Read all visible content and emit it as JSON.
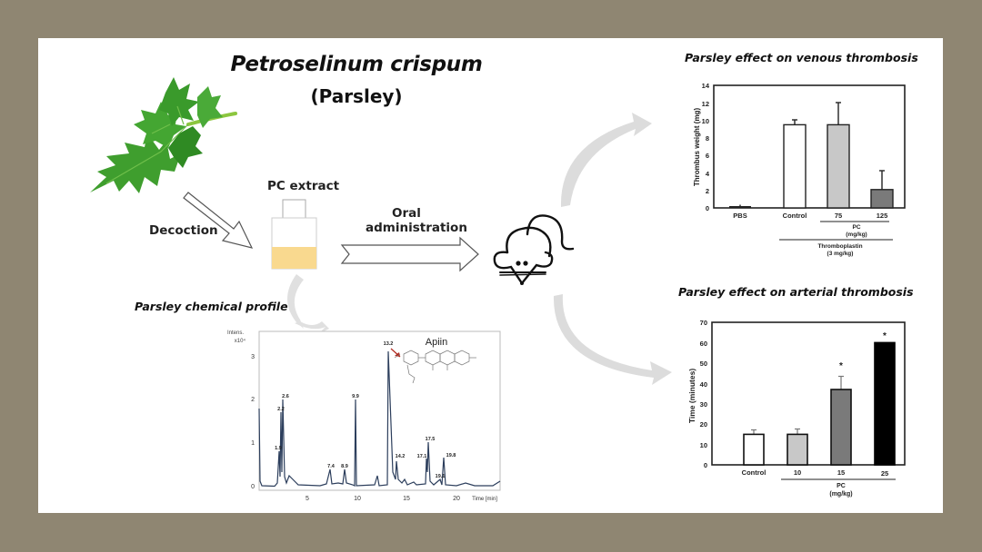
{
  "header": {
    "title": "Petroselinum crispum",
    "subtitle": "(Parsley)"
  },
  "flow": {
    "step_decoction": "Decoction",
    "extract_label": "PC extract",
    "step_oral_line1": "Oral",
    "step_oral_line2": "administration",
    "chemical_profile_title": "Parsley chemical profile",
    "venous_title": "Parsley effect on venous thrombosis",
    "arterial_title": "Parsley effect on arterial thrombosis"
  },
  "colors": {
    "frame": "#8f8672",
    "panel": "#ffffff",
    "extract_fill": "#f9d98f",
    "leaf_green": "#3f9e2e",
    "curve_arrow": "#d9d9d9",
    "chromatogram_line": "#2c3e5c",
    "apiin_arrow": "#b0281e"
  },
  "chart_data": [
    {
      "id": "chromatogram",
      "type": "line",
      "title": "Parsley chemical profile",
      "xlabel": "Time [min]",
      "ylabel": "Intens.",
      "ylabel_unit": "x10^4",
      "xlim": [
        0,
        24
      ],
      "ylim": [
        0,
        3.3
      ],
      "xticks": [
        5,
        10,
        15,
        20
      ],
      "yticks": [
        0,
        1,
        2,
        3
      ],
      "grid": false,
      "annotation": "Apiin",
      "annotation_peak": "13.2",
      "peaks": [
        {
          "label": "1.9",
          "x": 1.9,
          "y": 0.78
        },
        {
          "label": "2.2",
          "x": 2.2,
          "y": 1.7
        },
        {
          "label": "2.6",
          "x": 2.6,
          "y": 2.0
        },
        {
          "label": "7.4",
          "x": 7.4,
          "y": 0.38
        },
        {
          "label": "8.9",
          "x": 8.9,
          "y": 0.38
        },
        {
          "label": "9.9",
          "x": 9.9,
          "y": 2.08
        },
        {
          "label": "13.2",
          "x": 13.2,
          "y": 3.2
        },
        {
          "label": "14.2",
          "x": 14.2,
          "y": 0.62
        },
        {
          "label": "17.1",
          "x": 17.1,
          "y": 0.62
        },
        {
          "label": "17.5",
          "x": 17.5,
          "y": 1.0
        },
        {
          "label": "19.1",
          "x": 19.1,
          "y": 0.28
        },
        {
          "label": "19.8",
          "x": 19.8,
          "y": 0.65
        }
      ]
    },
    {
      "id": "venous",
      "type": "bar",
      "title": "Parsley effect on venous thrombosis",
      "categories": [
        "PBS",
        "Control",
        "75",
        "125"
      ],
      "values": [
        0.05,
        9.5,
        9.5,
        2.1
      ],
      "errors": [
        0.1,
        0.5,
        2.5,
        2.1
      ],
      "bar_colors": [
        "#222222",
        "#ffffff",
        "#c8c8c8",
        "#7a7a7a"
      ],
      "ylabel": "Thrombus weight (mg)",
      "ylim": [
        0,
        14
      ],
      "yticks": [
        0,
        2,
        4,
        6,
        8,
        10,
        12,
        14
      ],
      "group_labels": [
        {
          "line1": "PC",
          "line2": "(mg/kg)",
          "spans": [
            "75",
            "125"
          ]
        },
        {
          "line1": "Thromboplastin",
          "line2": "(3 mg/kg)",
          "spans": [
            "Control",
            "75",
            "125"
          ]
        }
      ]
    },
    {
      "id": "arterial",
      "type": "bar",
      "title": "Parsley effect on arterial thrombosis",
      "categories": [
        "Control",
        "10",
        "15",
        "25"
      ],
      "values": [
        15,
        15,
        37,
        60
      ],
      "errors": [
        2,
        2.5,
        6.5,
        0
      ],
      "significance": [
        "",
        "",
        "*",
        "*"
      ],
      "bar_colors": [
        "#ffffff",
        "#c8c8c8",
        "#7a7a7a",
        "#000000"
      ],
      "ylabel": "Time (minutes)",
      "ylim": [
        0,
        70
      ],
      "yticks": [
        0,
        10,
        20,
        30,
        40,
        50,
        60,
        70
      ],
      "group_labels": [
        {
          "line1": "PC",
          "line2": "(mg/kg)",
          "spans": [
            "10",
            "15",
            "25"
          ]
        }
      ]
    }
  ],
  "venous": {
    "ylabel": "Thrombus weight (mg)",
    "yticks": [
      "0",
      "2",
      "4",
      "6",
      "8",
      "10",
      "12",
      "14"
    ],
    "cats": [
      "PBS",
      "Control",
      "75",
      "125"
    ],
    "pc_label": "PC",
    "pc_unit": "(mg/kg)",
    "tp_label": "Thromboplastin",
    "tp_unit": "(3 mg/kg)"
  },
  "arterial": {
    "ylabel": "Time (minutes)",
    "yticks": [
      "0",
      "10",
      "20",
      "30",
      "40",
      "50",
      "60",
      "70"
    ],
    "cats": [
      "Control",
      "10",
      "15",
      "25"
    ],
    "star": "*",
    "pc_label": "PC",
    "pc_unit": "(mg/kg)"
  },
  "chromatogram": {
    "ylabel_line1": "Intens.",
    "ylabel_line2": "x10⁴",
    "yticks": [
      "0",
      "1",
      "2",
      "3"
    ],
    "xticks": [
      "5",
      "10",
      "15",
      "20"
    ],
    "xlabel": "Time [min]",
    "compound": "Apiin",
    "peak_labels": [
      "1.9",
      "2.2",
      "2.6",
      "7.4",
      "8.9",
      "9.9",
      "13.2",
      "14.2",
      "17.1",
      "17.5",
      "19.1",
      "19.8"
    ]
  }
}
